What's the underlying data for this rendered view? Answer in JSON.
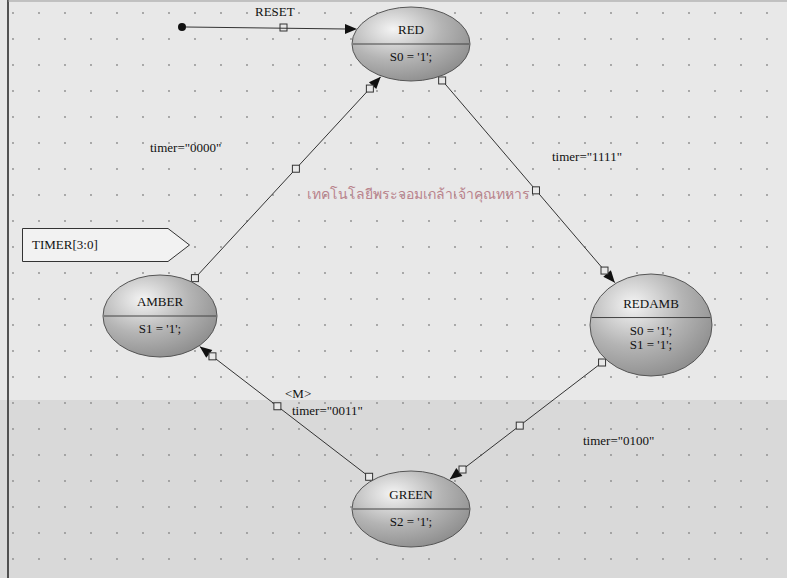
{
  "diagram": {
    "nodes": [
      {
        "text": [
          "RED",
          "S0 = '1';"
        ]
      },
      {
        "text": [
          "REDAMB",
          "S0 = '1';",
          "S1 = '1';"
        ]
      },
      {
        "text": [
          "GREEN",
          "S2 = '1';"
        ]
      },
      {
        "text": [
          "AMBER",
          "S1 = '1';"
        ]
      },
      {
        "text": [
          "TIMER[3:0]"
        ]
      }
    ],
    "edges": [
      {
        "from": 3,
        "to": 0,
        "arrow": "to",
        "label": "timer=\"0000\""
      },
      {
        "from": 0,
        "to": 1,
        "arrow": "to",
        "label": "timer=\"1111\""
      },
      {
        "from": 1,
        "to": 2,
        "arrow": "to",
        "label": "timer=\"0100\""
      },
      {
        "from": 2,
        "to": 3,
        "arrow": "to",
        "label": "timer=\"0011\""
      }
    ],
    "labels": [
      "RESET",
      "<M>",
      "เทคโนโลยีพระจอมเกล้าเจ้าคุณทหาร"
    ]
  }
}
